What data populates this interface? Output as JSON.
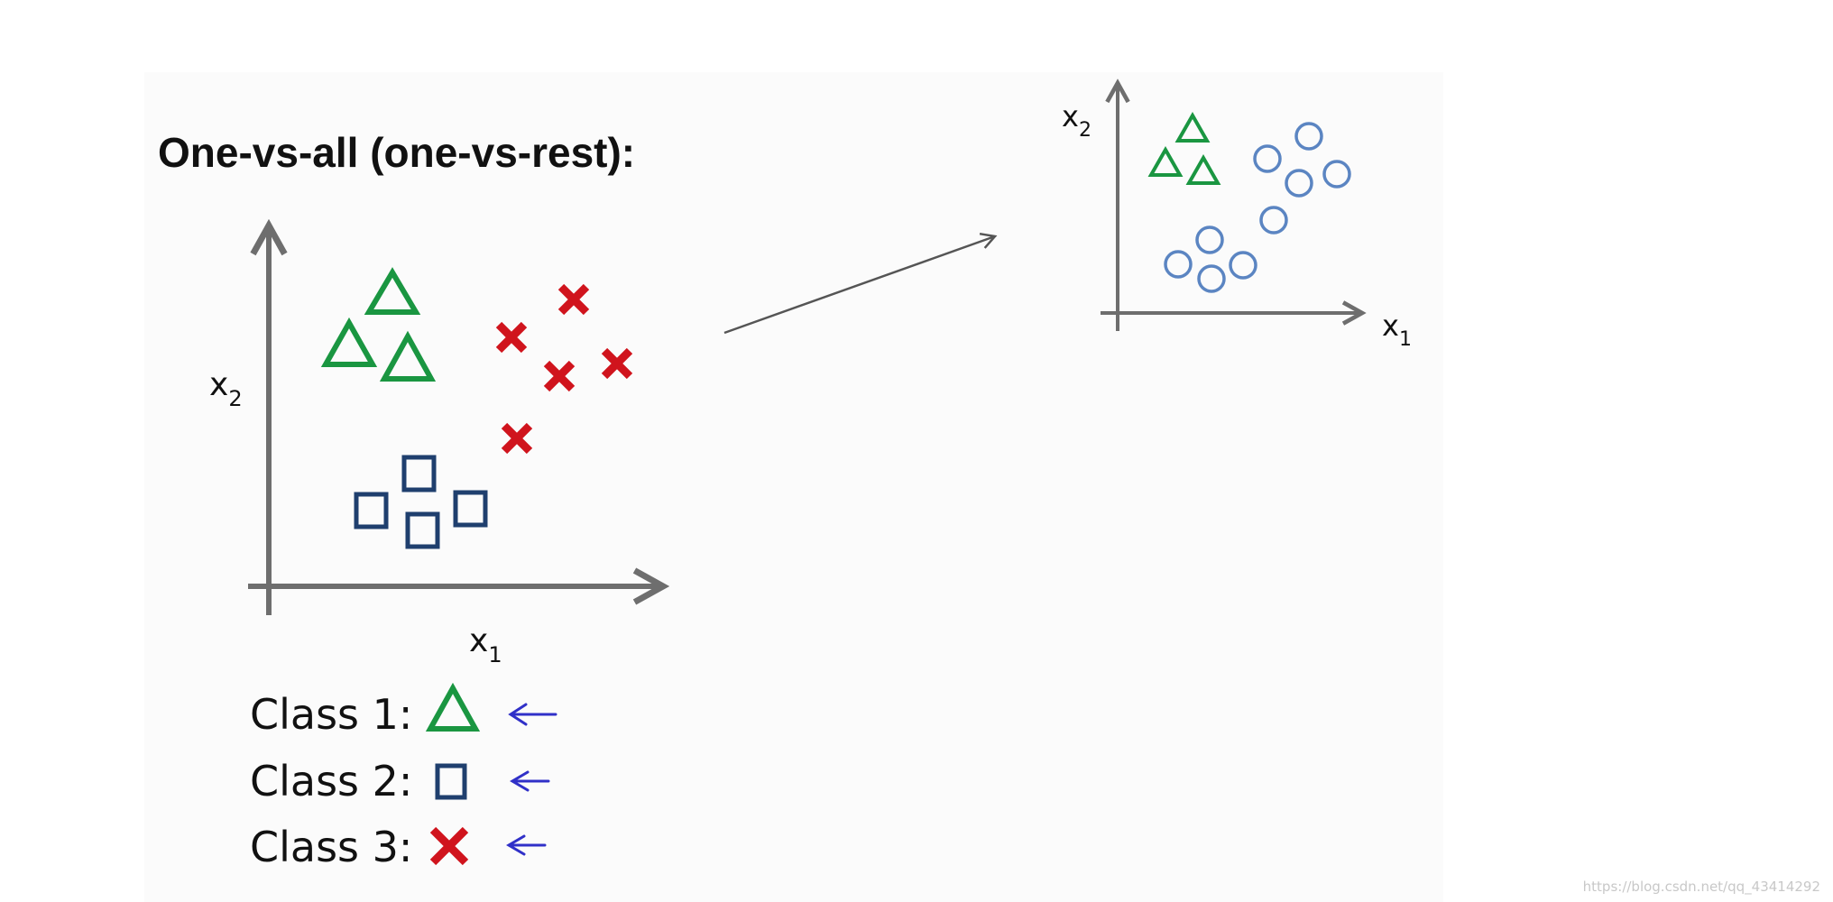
{
  "title": "One-vs-all (one-vs-rest):",
  "left_plot": {
    "x_axis_label": "x",
    "x_axis_sub": "1",
    "y_axis_label": "x",
    "y_axis_sub": "2"
  },
  "right_plot": {
    "x_axis_label": "x",
    "x_axis_sub": "1",
    "y_axis_label": "x",
    "y_axis_sub": "2"
  },
  "legend": [
    {
      "label": "Class 1:",
      "marker": "triangle",
      "color": "#1a9641"
    },
    {
      "label": "Class 2:",
      "marker": "square",
      "color": "#1f3f6e"
    },
    {
      "label": "Class 3:",
      "marker": "cross",
      "color": "#d0141d"
    }
  ],
  "colors": {
    "slide_background": "#fbfbfb",
    "axis": "#6e6e6e",
    "triangle": "#1a9641",
    "square": "#1f3f6e",
    "cross": "#d0141d",
    "circle": "#5b85c2",
    "pointer_arrow": "#3030c8"
  },
  "watermark": "https://blog.csdn.net/qq_43414292"
}
